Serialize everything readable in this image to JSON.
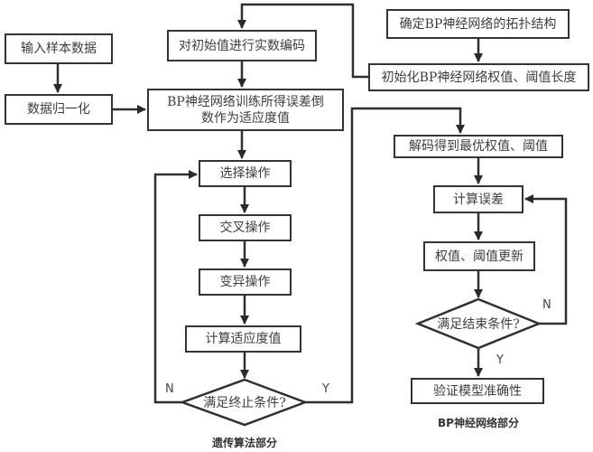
{
  "diagram": {
    "ga_section": {
      "caption": "遗传算法部分",
      "input_samples": "输入样本数据",
      "normalize": "数据归一化",
      "encode": "对初始值进行实数编码",
      "fitness_from_bp": "BP神经网络训练所得误差倒数作为适应度值",
      "select": "选择操作",
      "crossover": "交叉操作",
      "mutation": "变异操作",
      "calc_fitness": "计算适应度值",
      "terminate_check": "满足终止条件?",
      "no_label": "N",
      "yes_label": "Y"
    },
    "bp_section": {
      "caption": "BP神经网络部分",
      "topology": "确定BP神经网络的拓扑结构",
      "init_weights": "初始化BP神经网络权值、阈值长度",
      "decode": "解码得到最优权值、阈值",
      "calc_error": "计算误差",
      "update": "权值、阈值更新",
      "end_check": "满足结束条件?",
      "no_label": "N",
      "yes_label": "Y",
      "validate": "验证模型准确性"
    }
  }
}
